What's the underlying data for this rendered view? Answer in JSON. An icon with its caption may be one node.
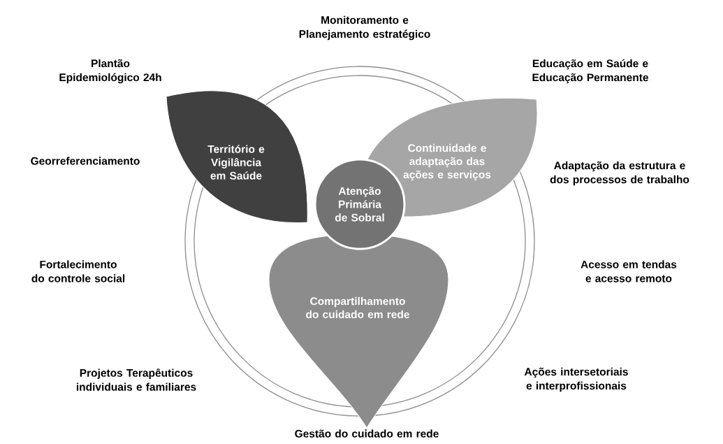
{
  "diagram": {
    "nodes": [
      {
        "text": [
          "Território e Vigilância em Saúde"
        ]
      },
      {
        "text": [
          "Continuidade e adaptação das ações e serviços"
        ]
      },
      {
        "text": [
          "Atenção Primária de Sobral"
        ]
      },
      {
        "text": [
          "Compartilhamento do cuidado em rede"
        ]
      }
    ],
    "labels": [
      "Monitoramento e Planejamento estratégico",
      "Plantão Epidemiológico 24h",
      "Educação em Saúde e Educação Permanente",
      "Georreferenciamento",
      "Adaptação da estrutura e dos processos de trabalho",
      "Fortalecimento do controle social",
      "Acesso em tendas e acesso remoto",
      "Projetos Terapêuticos individuais e familiares",
      "Ações intersetoriais e interprofissionais",
      "Gestão do cuidado em rede"
    ]
  }
}
